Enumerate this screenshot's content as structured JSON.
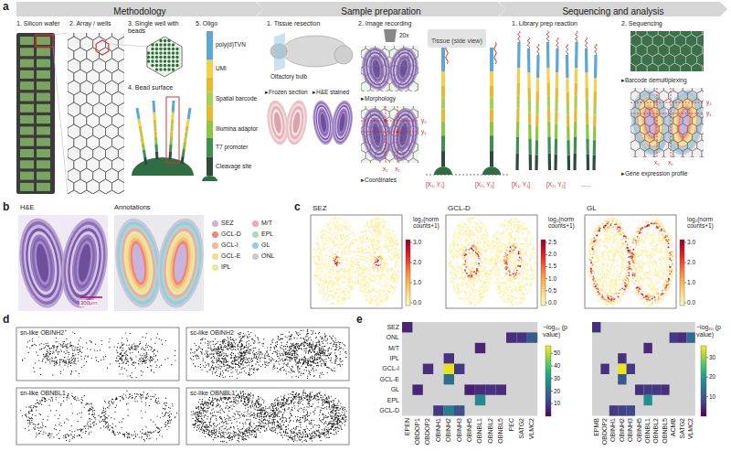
{
  "diagram": {
    "nodes": [
      {
        "text": [
          "Methodology"
        ]
      },
      {
        "text": [
          "Sample preparation"
        ]
      },
      {
        "text": [
          "Sequencing and analysis"
        ]
      },
      {
        "text": [
          "Tissue (side view)"
        ]
      }
    ],
    "labels": [
      "a",
      "1. Silicon wafer",
      "2. Array / wells",
      "3. Single well with beads",
      "4. Bead surface",
      "5. Oligo",
      "poly(d)TVN",
      "UMI",
      "Spatial barcode",
      "Illumina adaptor",
      "T7 promoter",
      "Cleavage site",
      "1. Tissue resection",
      "Olfactory bulb",
      "▸Frozen section",
      "▸H&E stained",
      "2. Image recording",
      "20x",
      "▸Morphology",
      "y₂",
      "y₁",
      "x₂",
      "x₁",
      "▸Coordinates",
      "[X₁, Y₁]",
      "[X₂, Y₂]",
      "1. Library prep reaction",
      "2. Sequencing",
      "[X₁, Y₁]",
      "[X₂, Y₂]",
      "......",
      "▸Barcode demultiplexing",
      "y₂",
      "y₁",
      "x₂",
      "x₁",
      "▸Gene expression profile",
      "b",
      "H&E",
      "Annotations",
      "300μm",
      "c",
      "SEZ",
      "log₂(norm counts+1)",
      "3.0",
      "2.0",
      "1.0",
      "0.0",
      "GCL-D",
      "log₂(norm counts+1)",
      "2.5",
      "2.0",
      "1.5",
      "1.0",
      "0.5",
      "0.0",
      "GL",
      "log₂(norm counts+1)",
      "3.0",
      "2.0",
      "1.0",
      "0.0",
      "d",
      "sn-like OBINH2",
      "sc-like OBINH2",
      "sn-like OBNBL1",
      "sc-like OBNBL1",
      "e",
      "SEZ",
      "ONL",
      "M/T",
      "IPL",
      "GCL-I",
      "GCL-E",
      "GL",
      "EPL",
      "GCL-D",
      "EPEN",
      "OBDOP1",
      "OBDOP2",
      "OBINH1",
      "OBINH2",
      "OBINH3",
      "OBINH5",
      "OBNBL1",
      "OBNBL2",
      "OBNBL5",
      "PEC",
      "SATG2",
      "VLMC2",
      "−log₁₀ (p value)",
      "50",
      "40",
      "30",
      "20",
      "10",
      "EPMB",
      "OBDOP2",
      "OBINH1",
      "OBINH2",
      "OBINH3",
      "OBINH5",
      "OBNBL1",
      "OBNBL2",
      "OBNBL5",
      "ACMB",
      "SATG2",
      "VLMC2",
      "−log₁₀ (p value)",
      "30",
      "20",
      "10"
    ],
    "legend": [
      {
        "text": "SEZ",
        "color": "#c8b3dd"
      },
      {
        "text": "M/T",
        "color": "#f4a6b4"
      },
      {
        "text": "GCL-D",
        "color": "#f08a6c"
      },
      {
        "text": "EPL",
        "color": "#a8dbc0"
      },
      {
        "text": "GCL-I",
        "color": "#f6b989"
      },
      {
        "text": "GL",
        "color": "#9cc8e6"
      },
      {
        "text": "GCL-E",
        "color": "#f7dc8c"
      },
      {
        "text": "ONL",
        "color": "#c9c9d6"
      },
      {
        "text": "IPL",
        "color": "#e3ec9e"
      }
    ]
  }
}
